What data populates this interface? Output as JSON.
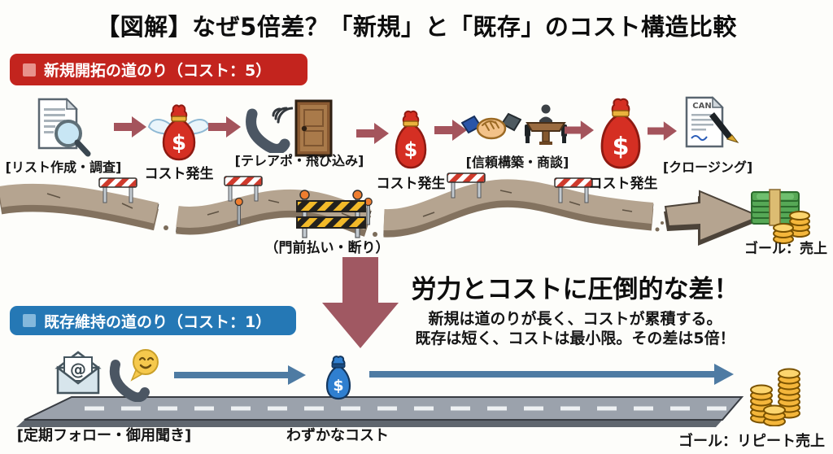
{
  "title": "【図解】なぜ5倍差？「新規」と「既存」のコスト構造比較",
  "new_path": {
    "banner_label": "新規開拓の道のり（コスト：5）",
    "accent_color": "#c3241e",
    "steps": [
      {
        "label": "[リスト作成・調査]",
        "icon": "document-magnifier"
      },
      {
        "label": "[テレアポ・飛び込み]",
        "icon": "phone-and-door"
      },
      {
        "label": "[信頼構築・商談]",
        "icon": "handshake-and-meeting"
      },
      {
        "label": "[クロージング]",
        "icon": "contract-signing"
      }
    ],
    "cost_label": "コスト発生",
    "barrier_label": "（門前払い・断り）",
    "goal_label": "ゴール：売上",
    "contract_stamp": "CAN"
  },
  "existing_path": {
    "banner_label": "既存維持の道のり（コスト：1）",
    "accent_color": "#2578b5",
    "step_label": "[定期フォロー・御用聞き]",
    "cost_label": "わずかなコスト",
    "goal_label": "ゴール：リピート売上"
  },
  "impact": {
    "headline": "労力とコストに圧倒的な差！",
    "line1": "新規は道のりが長く、コストが累積する。",
    "line2": "既存は短く、コストは最小限。その差は5倍！"
  },
  "glyphs": {
    "dollar": "$",
    "at": "@"
  },
  "colors": {
    "maroon_arrow": "#a4545c",
    "flow_arrow_blue": "#4e7ba3",
    "broken_road_tan": "#b5a490",
    "smooth_road_gray": "#9ba2ac"
  }
}
